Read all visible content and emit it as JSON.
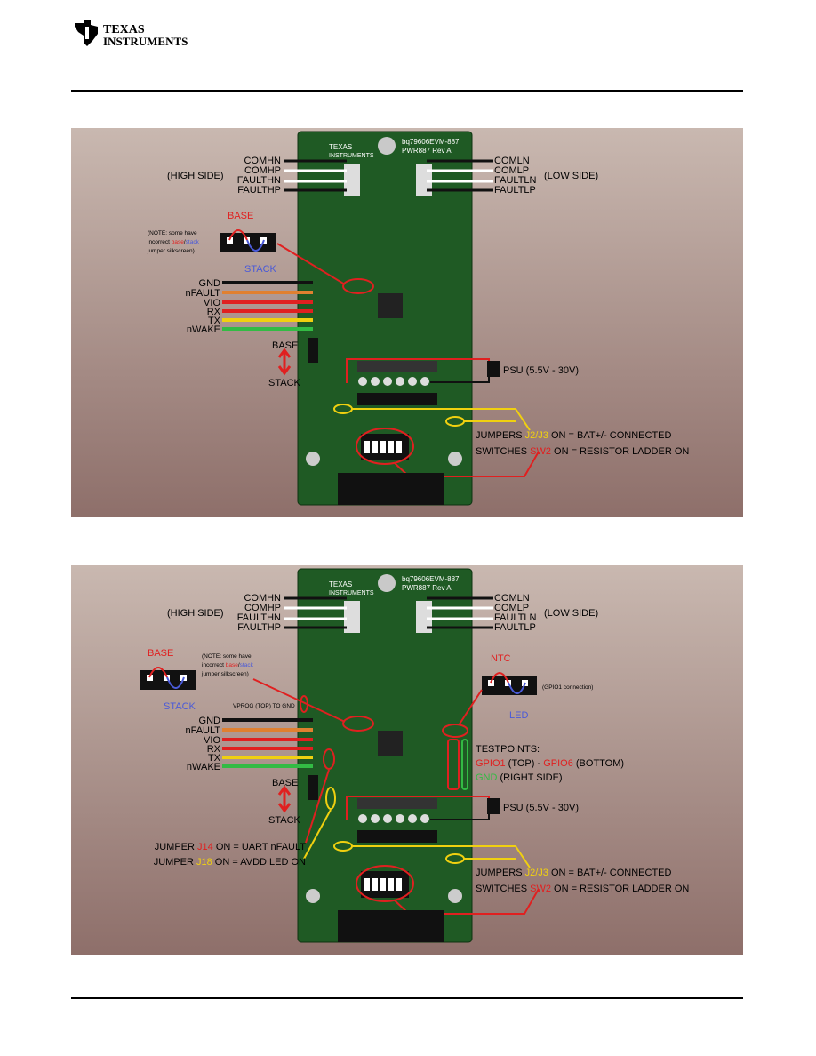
{
  "header": {
    "logo_line1": "TEXAS",
    "logo_line2": "INSTRUMENTS",
    "logo_color": "#c00000"
  },
  "colors": {
    "red": "#e02020",
    "blue": "#4a5ad8",
    "yellow": "#f0d010",
    "green": "#33bb44",
    "orange": "#e08030",
    "board": "#1f5a24"
  },
  "fig1": {
    "board_title": "bq79606EVM-887",
    "board_rev": "PWR887 Rev A",
    "conn_left": [
      "COMHN",
      "COMHP",
      "FAULTHN",
      "FAULTHP"
    ],
    "conn_right": [
      "COMLN",
      "COMLP",
      "FAULTLN",
      "FAULTLP"
    ],
    "high_side": "(HIGH SIDE)",
    "low_side": "(LOW SIDE)",
    "base": "BASE",
    "stack": "STACK",
    "note_prefix": "(NOTE: some have",
    "note_mid_a": "incorrect ",
    "note_base": "base",
    "note_slash": "/",
    "note_stack": "stack",
    "note_end": "jumper silkscreen)",
    "uart_pins": [
      "GND",
      "nFAULT",
      "VIO",
      "RX",
      "TX",
      "nWAKE"
    ],
    "switch_base": "BASE",
    "switch_stack": "STACK",
    "psu": "PSU (5.5V - 30V)",
    "jumpers_a": "JUMPERS ",
    "jumpers_b": "J2/J3",
    "jumpers_c": " ON = BAT+/- CONNECTED",
    "switches_a": "SWITCHES ",
    "switches_b": "SW2",
    "switches_c": " ON = RESISTOR LADDER ON"
  },
  "fig2": {
    "board_title": "bq79606EVM-887",
    "board_rev": "PWR887 Rev A",
    "conn_left": [
      "COMHN",
      "COMHP",
      "FAULTHN",
      "FAULTHP"
    ],
    "conn_right": [
      "COMLN",
      "COMLP",
      "FAULTLN",
      "FAULTLP"
    ],
    "high_side": "(HIGH SIDE)",
    "low_side": "(LOW SIDE)",
    "base": "BASE",
    "stack": "STACK",
    "note_prefix": "(NOTE: some have",
    "note_mid_a": "incorrect ",
    "note_base": "base",
    "note_slash": "/",
    "note_stack": "stack",
    "note_end": "jumper silkscreen)",
    "vprog": "VPROG (TOP) TO GND",
    "ntc": "NTC",
    "led": "LED",
    "gpio1_conn": "(GPIO1 connection)",
    "testpoints": "TESTPOINTS:",
    "gpio1": "GPIO1",
    "gpio_top": " (TOP) - ",
    "gpio6": "GPIO6",
    "gpio_bottom": " (BOTTOM)",
    "gnd_tp": "GND",
    "right_side": " (RIGHT SIDE)",
    "uart_pins": [
      "GND",
      "nFAULT",
      "VIO",
      "RX",
      "TX",
      "nWAKE"
    ],
    "switch_base": "BASE",
    "switch_stack": "STACK",
    "psu": "PSU (5.5V - 30V)",
    "j14_a": "JUMPER ",
    "j14_b": "J14",
    "j14_c": " ON = UART nFAULT",
    "j18_a": "JUMPER ",
    "j18_b": "J18",
    "j18_c": " ON = AVDD LED ON",
    "jumpers_a": "JUMPERS ",
    "jumpers_b": "J2/J3",
    "jumpers_c": " ON = BAT+/- CONNECTED",
    "switches_a": "SWITCHES ",
    "switches_b": "SW2",
    "switches_c": " ON = RESISTOR LADDER ON"
  }
}
